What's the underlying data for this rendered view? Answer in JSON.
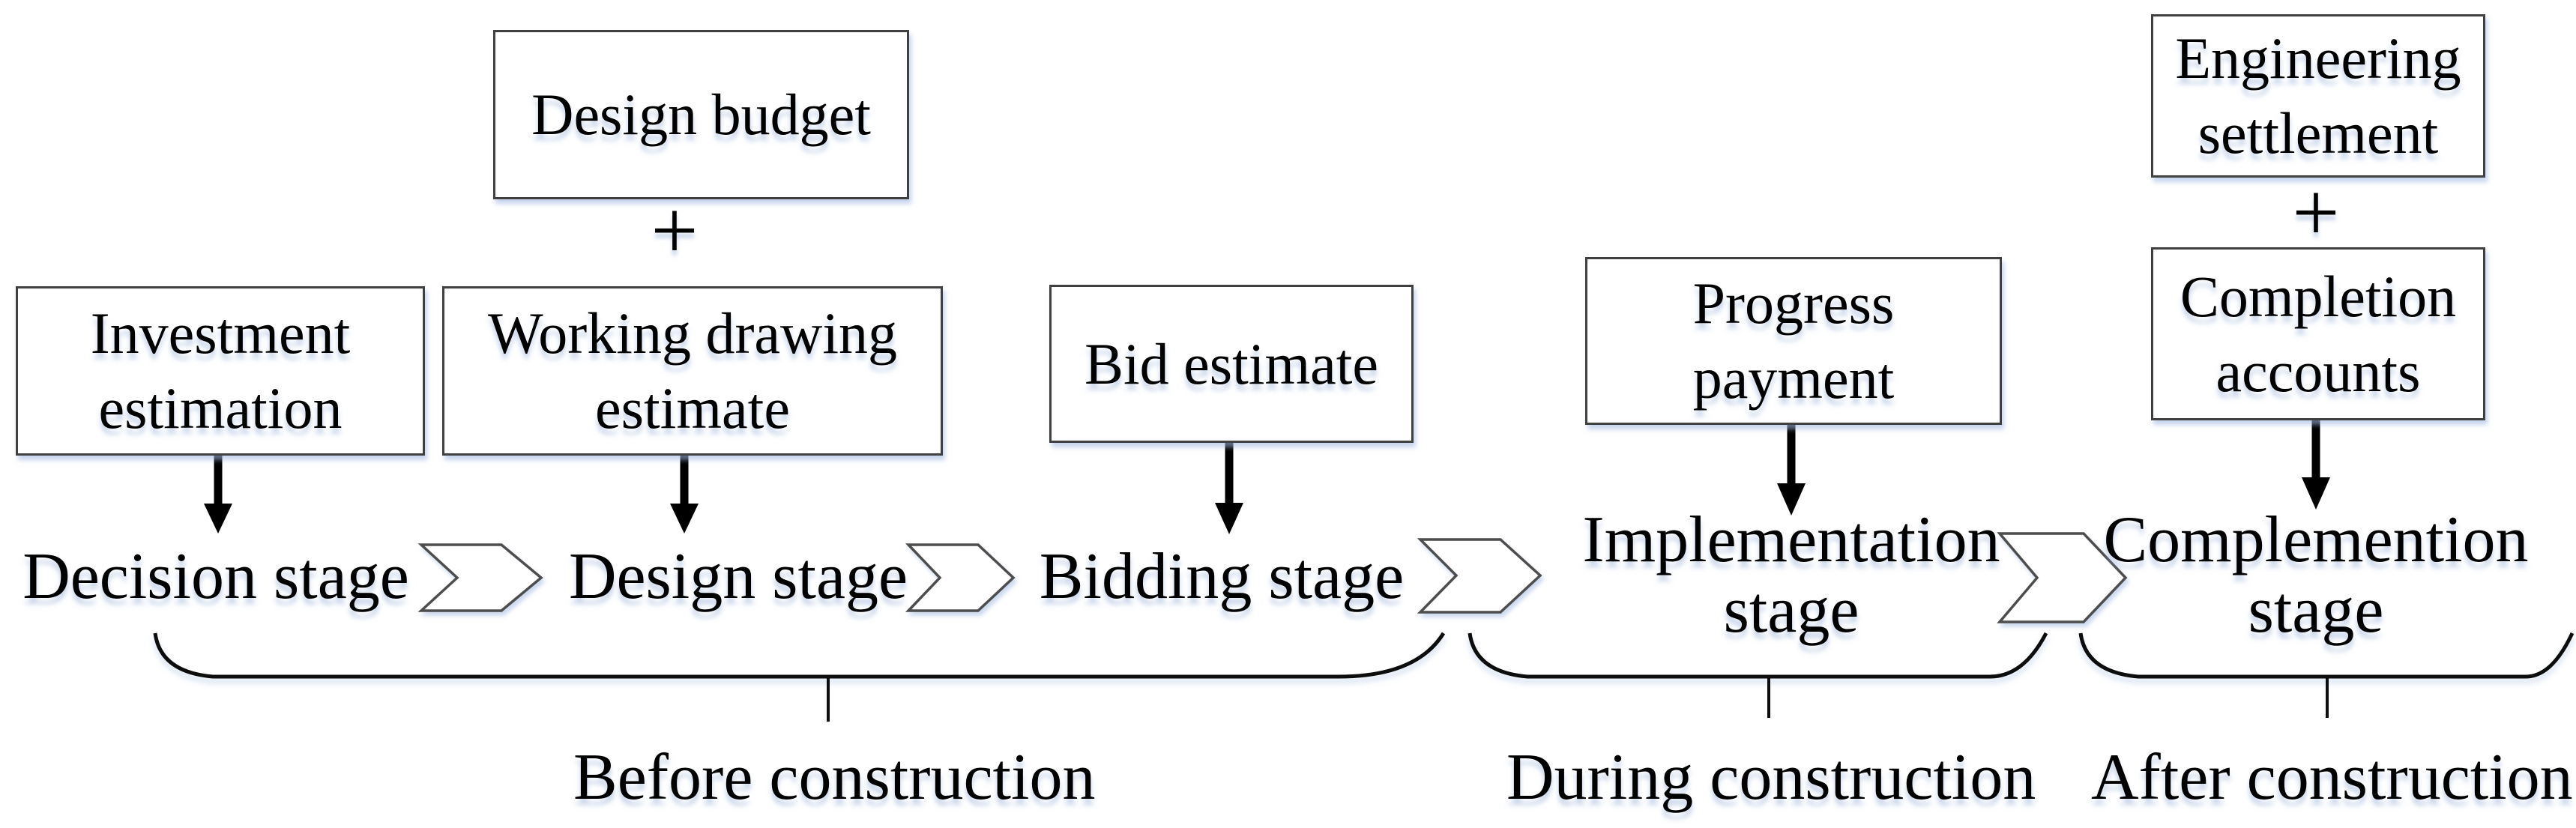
{
  "diagram": {
    "plus": "+",
    "boxes": {
      "investment_estimation": "Investment\nestimation",
      "design_budget": "Design budget",
      "working_drawing_estimate": "Working drawing\nestimate",
      "bid_estimate": "Bid estimate",
      "progress_payment": "Progress\npayment",
      "engineering_settlement": "Engineering\nsettlement",
      "completion_accounts": "Completion\naccounts"
    },
    "stages": {
      "decision": "Decision stage",
      "design": "Design stage",
      "bidding": "Bidding stage",
      "implementation": "Implementation\nstage",
      "complemention": "Complemention\nstage"
    },
    "phases": {
      "before": "Before construction",
      "during": "During construction",
      "after": "After construction"
    },
    "icons": {
      "chevron": "chevron-right-arrow",
      "arrow": "down-arrow",
      "brace": "horizontal-underbrace"
    },
    "colors": {
      "text": "#000000",
      "box_border": "#404040",
      "box_fill": "#ffffff",
      "soft_shadow": "#a0b9dd"
    }
  }
}
